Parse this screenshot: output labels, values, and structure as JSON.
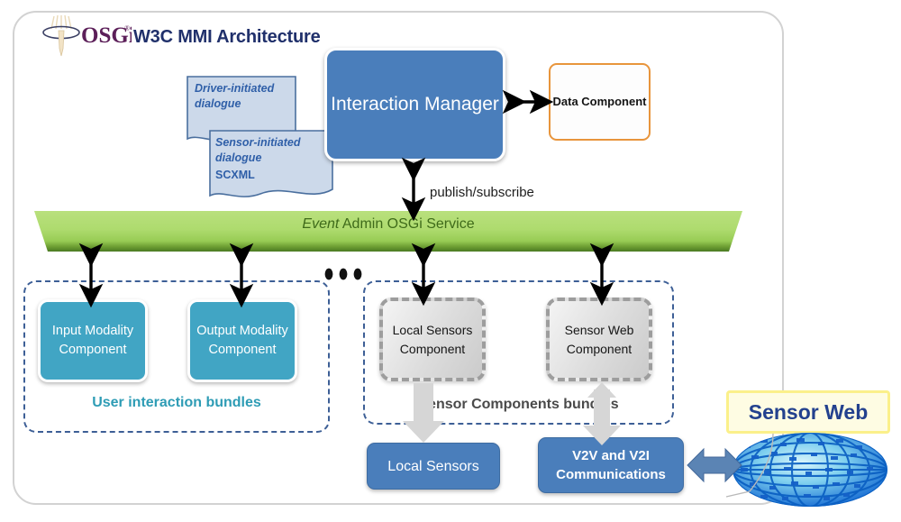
{
  "header": {
    "logo_name": "osgi-logo",
    "logo_text": "OSGi",
    "title": "W3C MMI Architecture"
  },
  "documents": {
    "driver": {
      "line1": "Driver-initiated",
      "line2": "dialogue"
    },
    "sensor": {
      "line1": "Sensor-initiated",
      "line2": "dialogue",
      "line3": "SCXML"
    }
  },
  "boxes": {
    "interaction_manager": "Interaction Manager",
    "data_component": "Data Component",
    "input_modality": "Input Modality Component",
    "output_modality": "Output Modality Component",
    "local_sensors_component": "Local Sensors Component",
    "sensor_web_component": "Sensor Web Component",
    "local_sensors": "Local Sensors",
    "v2v_communications": "V2V and V2I Communications"
  },
  "service_bar": {
    "label_italic": "Event",
    "label_rest": " Admin OSGi Service"
  },
  "labels": {
    "publish_subscribe": "publish/subscribe",
    "user_interaction_bundles": "User interaction bundles",
    "sensor_components_bundles": "Sensor Components bundles",
    "sensor_web_callout": "Sensor Web",
    "ellipsis": "..."
  },
  "colors": {
    "frame_border": "#d2d2d2",
    "title_blue": "#20306b",
    "document_fill": "#ccd9ea",
    "document_border": "#4a6f9e",
    "document_text": "#2f5fa8",
    "interaction_manager_blue": "#4a7ebb",
    "data_component_orange": "#e8953c",
    "event_bar_light_green": "#aedb6e",
    "event_bar_dark_green": "#4a7a22",
    "event_bar_text": "#3f6b1a",
    "bundle_dash_blue": "#3d5f96",
    "modality_teal": "#41a5c4",
    "user_caption_teal": "#2e9cb5",
    "sensor_box_gray": "#dcdcdc",
    "sensor_dash_gray": "#9d9d9d",
    "sensor_caption_gray": "#4a4a4a",
    "bottom_box_blue": "#4a7ebb",
    "callout_fill": "#fefce3",
    "callout_border": "#fbf08a",
    "callout_text": "#23418e",
    "block_arrow_blue": "#5b84b4",
    "block_arrow_gray": "#d6d6d6",
    "globe_blue": "#1a6fd4"
  }
}
